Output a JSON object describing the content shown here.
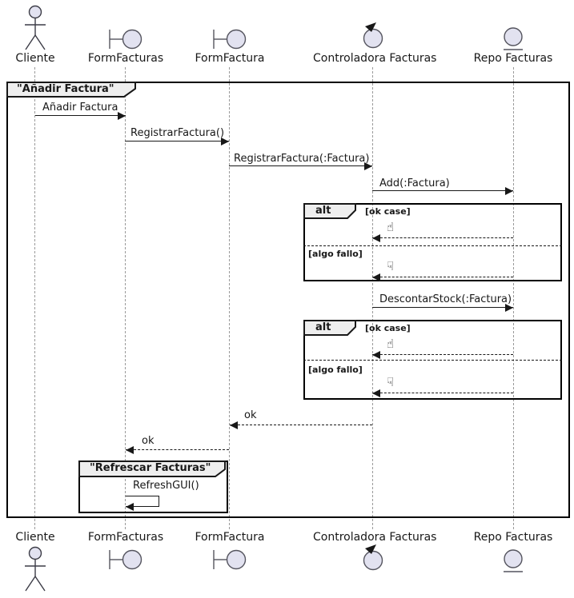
{
  "frame": {
    "title": "\"Añadir Factura\""
  },
  "inner_frame": {
    "title": "\"Refrescar Facturas\""
  },
  "participants": [
    {
      "name": "Cliente",
      "type": "actor"
    },
    {
      "name": "FormFacturas",
      "type": "boundary"
    },
    {
      "name": "FormFactura",
      "type": "boundary"
    },
    {
      "name": "Controladora Facturas",
      "type": "control"
    },
    {
      "name": "Repo Facturas",
      "type": "entity"
    }
  ],
  "messages": {
    "anadir": "Añadir Factura",
    "registrar": "RegistrarFactura()",
    "registrar_param": "RegistrarFactura(:Factura)",
    "add": "Add(:Factura)",
    "descontar": "DescontarStock(:Factura)",
    "ok_return_1": "ok",
    "ok_return_2": "ok",
    "refresh": "RefreshGUI()"
  },
  "alt": {
    "operator": "alt",
    "ok_guard": "[ok case]",
    "fail_guard": "[algo fallo]"
  },
  "icons": {
    "thumbs_up": "☝",
    "thumbs_down": "☟"
  },
  "colors": {
    "participant_fill": "#E2E2F0",
    "frame_header_bg": "#EEEEEE",
    "line": "#181818",
    "lifeline": "#9A9A9A"
  }
}
